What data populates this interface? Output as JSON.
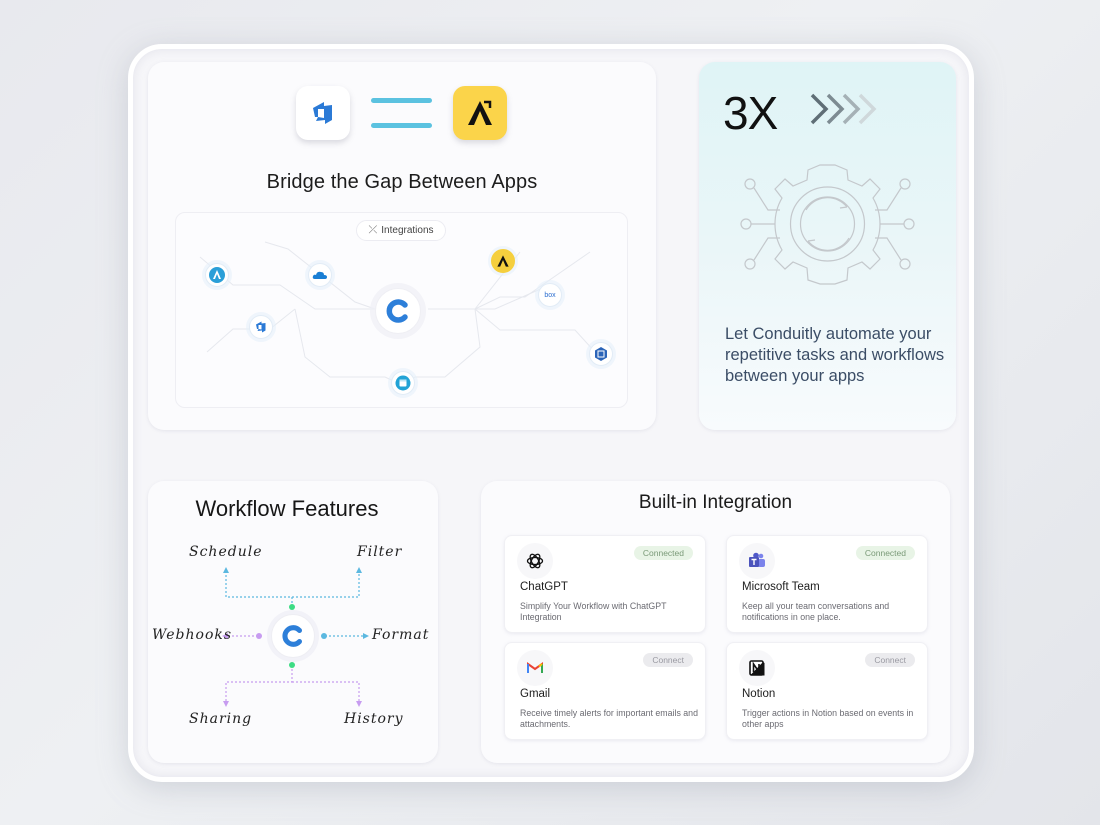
{
  "bridge_card": {
    "title": "Bridge the Gap Between Apps",
    "left_app_icon": "azure-devops-icon",
    "right_app_icon": "arrow-app-icon",
    "diagram": {
      "pill_label": "Integrations",
      "pill_icon": "integration-icon",
      "center_icon": "conduitly-logo-icon",
      "nodes": [
        "arrow-app-icon",
        "onedrive-icon",
        "azure-devops-icon",
        "yellow-app-icon",
        "box-icon",
        "database-icon",
        "calendar-icon"
      ],
      "box_label": "box"
    }
  },
  "speed_card": {
    "multiplier": "3X",
    "chevrons_icon": "chevrons-right-icon",
    "gear_icon": "automation-gear-icon",
    "tagline": "Let Conduitly automate your repetitive tasks and workflows between your apps"
  },
  "workflow_card": {
    "title": "Workflow Features",
    "center_icon": "conduitly-logo-icon",
    "features": {
      "top_left": "Schedule",
      "top_right": "Filter",
      "left": "Webhooks",
      "right": "Format",
      "bottom_left": "Sharing",
      "bottom_right": "History"
    },
    "colors": {
      "top": "#5bb8e0",
      "bottom": "#c79cf0",
      "dot": "#3ddc84"
    }
  },
  "integration_card": {
    "title": "Built-in Integration",
    "items": [
      {
        "name": "ChatGPT",
        "status": "Connected",
        "desc": "Simplify Your Workflow with ChatGPT Integration",
        "icon": "chatgpt-icon"
      },
      {
        "name": "Microsoft Team",
        "status": "Connected",
        "desc": "Keep all your team conversations and notifications in one place.",
        "icon": "microsoft-teams-icon"
      },
      {
        "name": "Gmail",
        "status": "Connect",
        "desc": "Receive timely alerts for important emails and attachments.",
        "icon": "gmail-icon"
      },
      {
        "name": "Notion",
        "status": "Connect",
        "desc": "Trigger actions in Notion based on events in other apps",
        "icon": "notion-icon"
      }
    ]
  }
}
